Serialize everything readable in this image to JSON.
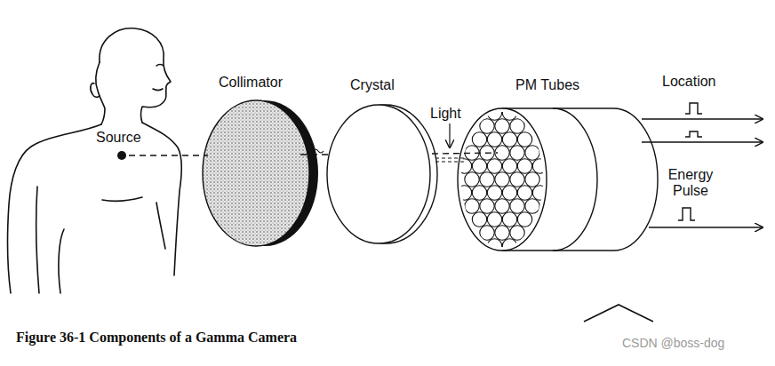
{
  "diagram": {
    "caption": "Figure 36-1 Components of a Gamma Camera",
    "labels": [
      "Source",
      "Collimator",
      "Crystal",
      "Light",
      "PM Tubes",
      "Location",
      "Energy Pulse",
      "CSDN @boss-dog"
    ]
  }
}
